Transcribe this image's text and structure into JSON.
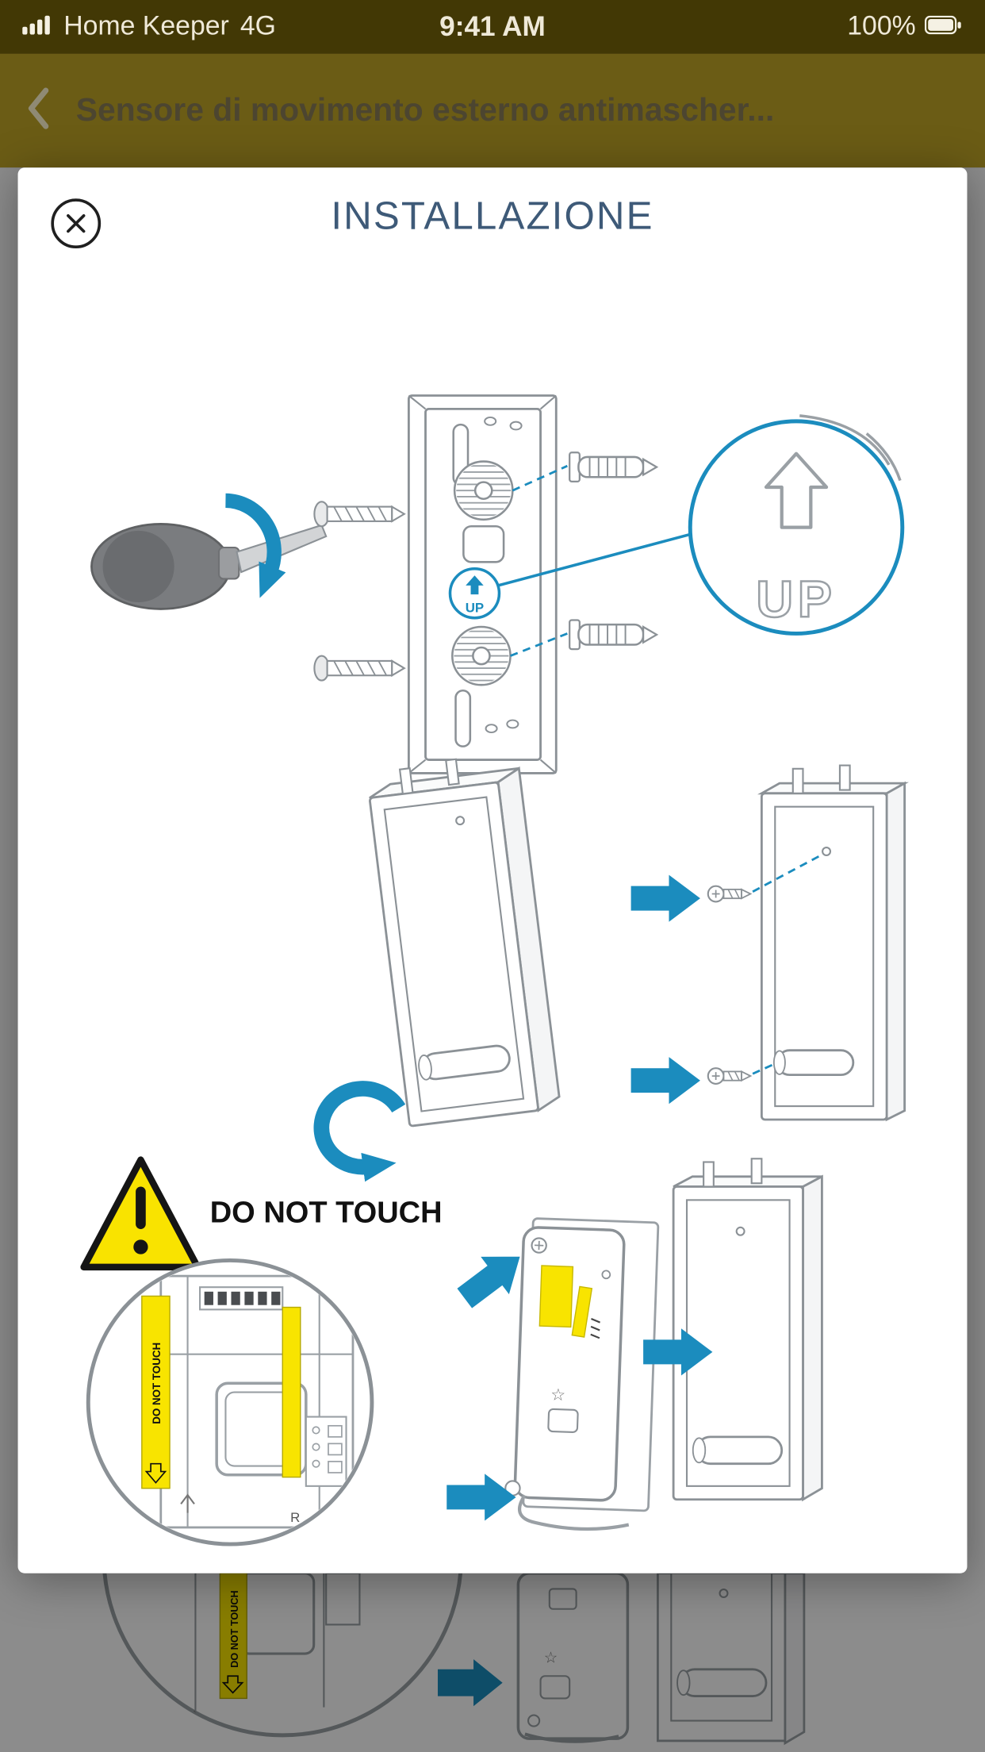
{
  "status_bar": {
    "carrier": "Home Keeper",
    "network": "4G",
    "time": "9:41 AM",
    "battery_percent": "100%"
  },
  "nav_bar": {
    "title": "Sensore di movimento esterno antimascher..."
  },
  "modal": {
    "title": "INSTALLAZIONE"
  },
  "diagram": {
    "up_badge_label": "UP",
    "up_callout_label": "UP",
    "warning_label": "DO NOT TOUCH",
    "strip_label": "DO NOT TOUCH",
    "underlay_strip_label": "DO NOT TOUCH",
    "r_mark": "R",
    "star_glyph": "☆",
    "accent_blue": "#1b8cbe",
    "warning_yellow": "#f8e400",
    "line_gray": "#8b9196"
  }
}
